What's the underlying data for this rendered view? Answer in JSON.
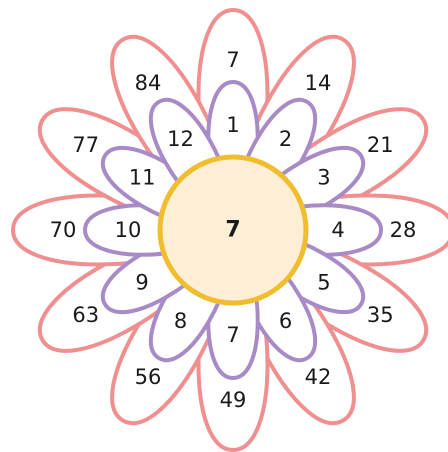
{
  "center": {
    "value": "7"
  },
  "inner_petals": [
    "1",
    "2",
    "3",
    "4",
    "5",
    "6",
    "7",
    "8",
    "9",
    "10",
    "11",
    "12"
  ],
  "outer_petals": [
    "7",
    "14",
    "21",
    "28",
    "35",
    "42",
    "49",
    "56",
    "63",
    "70",
    "77",
    "84"
  ],
  "colors": {
    "outer_petal_stroke": "#ef8f90",
    "inner_petal_stroke": "#a88bc6",
    "center_fill": "#fcefd6",
    "center_stroke": "#f0bd2e",
    "text": "#1a1a1a"
  }
}
